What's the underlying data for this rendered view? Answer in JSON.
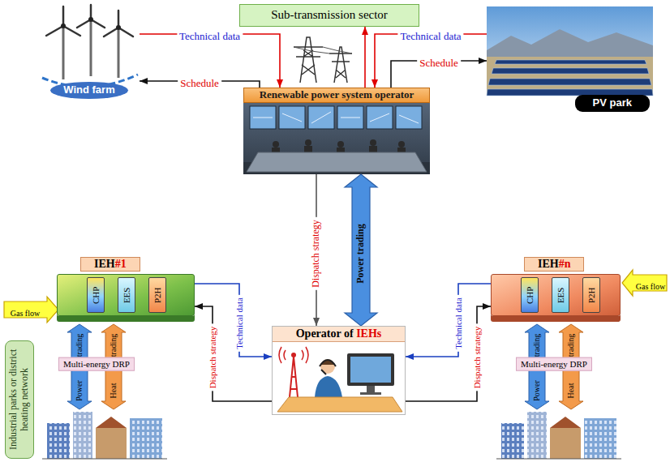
{
  "diagram": {
    "nodes": [
      {
        "text": [
          "Sub-transmission sector"
        ]
      },
      {
        "text": [
          "Wind farm"
        ]
      },
      {
        "text": [
          "PV park"
        ]
      },
      {
        "text": [
          "Renewable power system operator"
        ]
      },
      {
        "text": [
          "IEH#1"
        ]
      },
      {
        "text": [
          "CHP"
        ],
        "in": 4
      },
      {
        "text": [
          "EES"
        ],
        "in": 4
      },
      {
        "text": [
          "P2H"
        ],
        "in": 4
      },
      {
        "text": [
          "Operator of IEHs"
        ]
      },
      {
        "text": [
          "IEH#n"
        ]
      },
      {
        "text": [
          "CHP"
        ],
        "in": 9
      },
      {
        "text": [
          "EES"
        ],
        "in": 9
      },
      {
        "text": [
          "P2H"
        ],
        "in": 9
      },
      {
        "text": [
          "Industrial parks or district heating network"
        ]
      }
    ],
    "edges": [
      {
        "from": 1,
        "to": 3,
        "label": "Technical data",
        "arrow": "to"
      },
      {
        "from": 3,
        "to": 1,
        "label": "Schedule",
        "arrow": "to"
      },
      {
        "from": 2,
        "to": 3,
        "label": "Technical data",
        "arrow": "to"
      },
      {
        "from": 3,
        "to": 2,
        "label": "Schedule",
        "arrow": "to"
      },
      {
        "from": 3,
        "to": 0,
        "arrow": "to"
      },
      {
        "from": 3,
        "to": 8,
        "label": "Dispatch strategy",
        "arrow": "to"
      },
      {
        "from": 3,
        "to": 8,
        "label": "Power trading",
        "arrow": "both"
      },
      {
        "from": 4,
        "to": 8,
        "label": "Technical data",
        "arrow": "to"
      },
      {
        "from": 8,
        "to": 4,
        "label": "Dispatch strategy",
        "arrow": "to"
      },
      {
        "from": 9,
        "to": 8,
        "label": "Technical data",
        "arrow": "to"
      },
      {
        "from": 8,
        "to": 9,
        "label": "Dispatch strategy",
        "arrow": "to"
      }
    ],
    "labels": [
      "Gas flow",
      "trading",
      "trading",
      "Multi-energy DRP",
      "Power",
      "Heat",
      "Gas flow",
      "trading",
      "trading",
      "Multi-energy DRP",
      "Power",
      "Heat"
    ]
  }
}
